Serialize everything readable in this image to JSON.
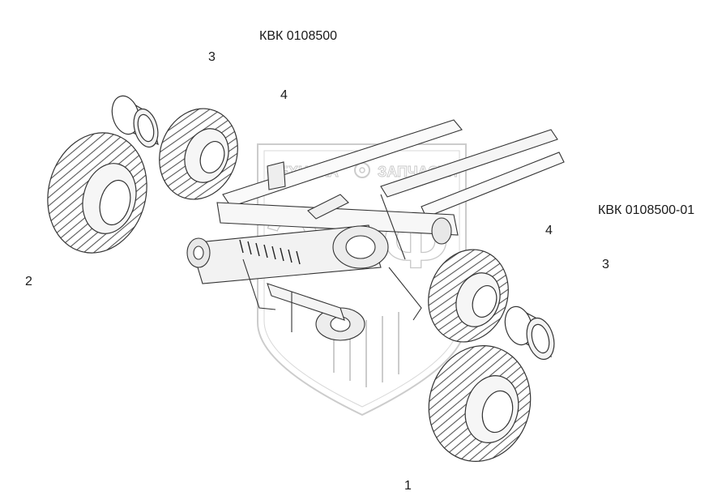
{
  "labels": {
    "variant_a": "КВК 0108500",
    "variant_b": "КВК 0108500-01",
    "pos_3_top": "3",
    "pos_4_top": "4",
    "pos_2": "2",
    "pos_4_right": "4",
    "pos_3_right": "3",
    "pos_1": "1"
  },
  "watermark": {
    "top_left": "ТЕХНИКА",
    "top_right": "ЗАПЧАСТИ",
    "big": "ЭПФ"
  },
  "colors": {
    "line": "#333333",
    "watermark": "#9a9a9a"
  }
}
